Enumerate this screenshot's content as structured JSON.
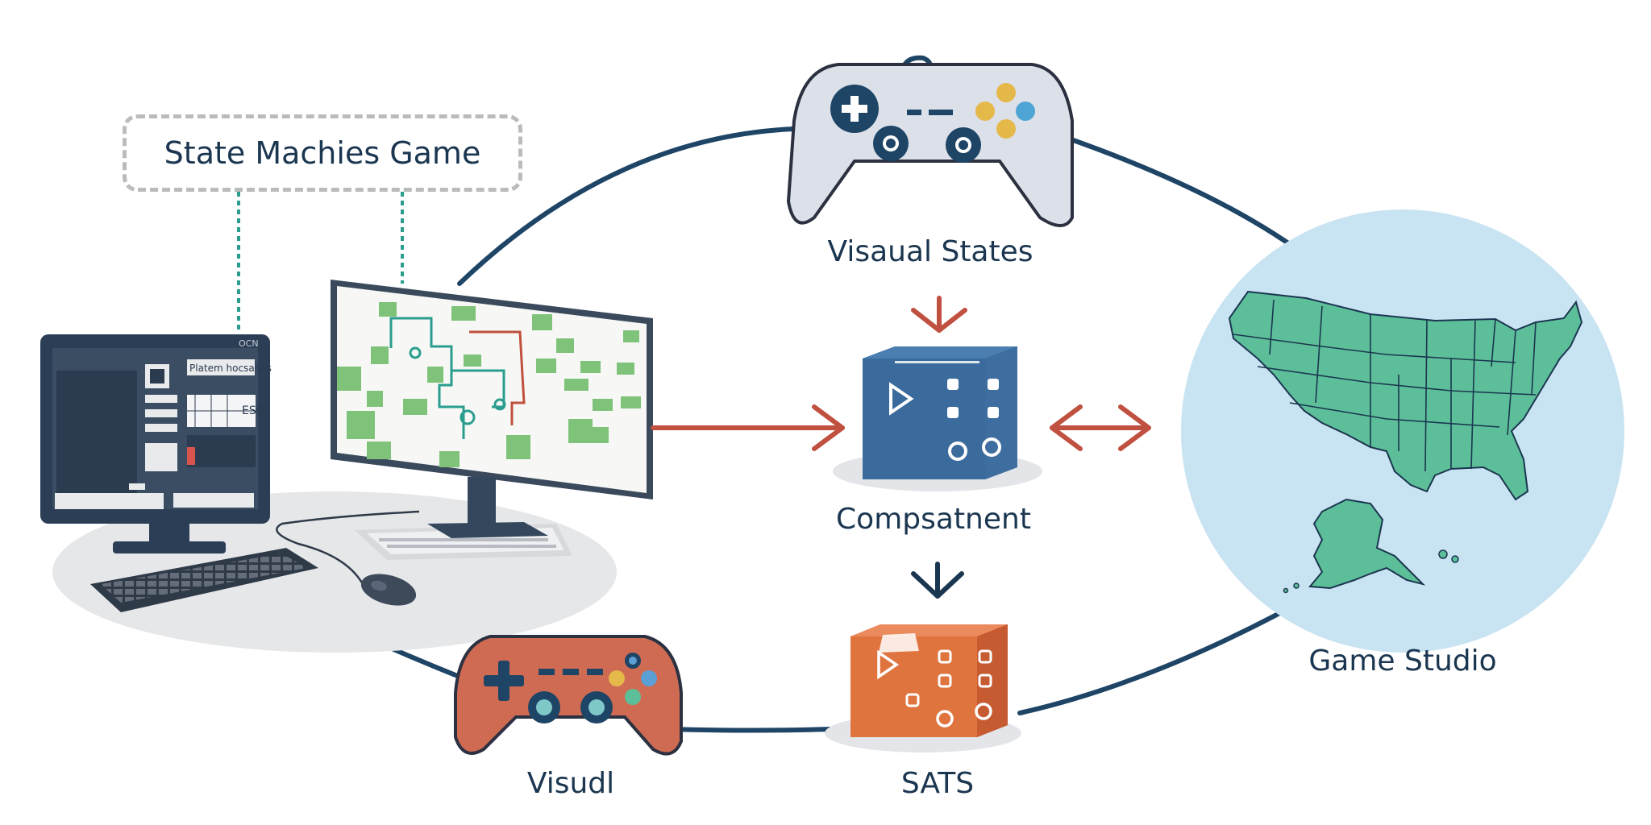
{
  "title_box": {
    "text": "State Machies Game"
  },
  "labels": {
    "top_controller": "Visaual States",
    "center_cube": "Compsatnent",
    "map": "Game Studio",
    "bottom_controller": "Visudl",
    "bottom_cube": "SATS"
  },
  "monitors": {
    "small_screen_text": "Platem hocsanos",
    "small_screen_brand": "OCN",
    "small_screen_subtext": "ESQ"
  },
  "colors": {
    "navy": "#1e4466",
    "arrow_red": "#c0503f",
    "cube_blue": "#2f5f8f",
    "cube_orange": "#d9683a",
    "controller_orange": "#cf6b53",
    "map_green": "#5dbf99",
    "map_circle": "#c8e3f2",
    "dashed_green": "#2a9d8f",
    "node_green": "#7fc27a"
  },
  "icons": [
    "desktop-monitor-icon",
    "diagram-monitor-icon",
    "keyboard-icon",
    "mouse-icon",
    "gamepad-icon",
    "cube-icon",
    "usa-map-icon",
    "play-icon"
  ]
}
